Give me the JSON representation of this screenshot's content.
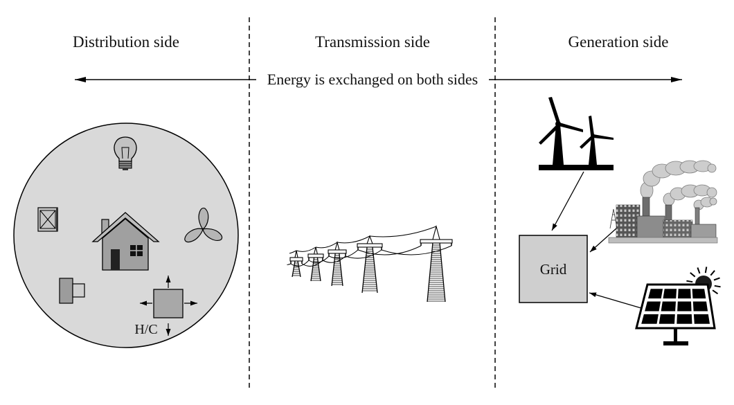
{
  "sections": {
    "distribution": {
      "label": "Distribution side",
      "hc_label": "H/C",
      "icons": [
        "light-bulb-icon",
        "window-icon",
        "house-icon",
        "fan-icon",
        "appliance-icon",
        "heating-cooling-unit-icon"
      ]
    },
    "transmission": {
      "label": "Transmission side",
      "icons": [
        "transmission-tower-icon"
      ]
    },
    "generation": {
      "label": "Generation side",
      "grid_label": "Grid",
      "icons": [
        "wind-turbine-icon",
        "power-plant-icon",
        "solar-panel-icon",
        "sun-icon"
      ]
    }
  },
  "exchange_arrow": {
    "label": "Energy is exchanged on both sides"
  },
  "colors": {
    "circle_fill": "#d9d9d9",
    "grid_fill": "#cfcfcf",
    "ink": "#000000"
  }
}
